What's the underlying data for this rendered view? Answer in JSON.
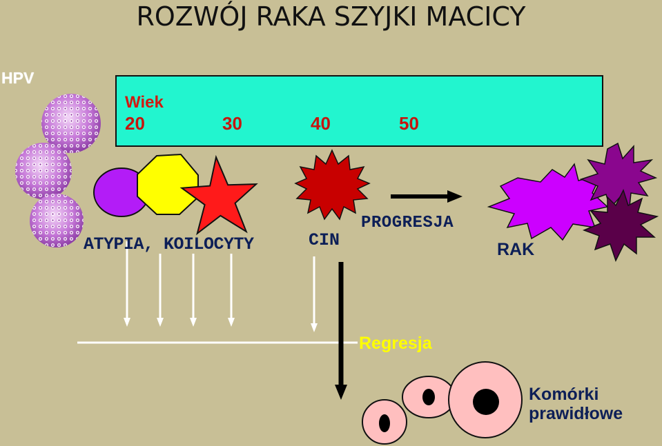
{
  "title": "ROZWÓJ RAKA SZYJKI MACICY",
  "hpv_label": "HPV",
  "age_axis": {
    "label": "Wiek",
    "ticks": [
      "20",
      "30",
      "40",
      "50"
    ]
  },
  "stages": {
    "atypia": "ATYPIA, KOILOCYTY",
    "cin": "CIN",
    "progression": "PROGRESJA",
    "cancer": "RAK",
    "regression": "Regresja",
    "normal_cells": [
      "Komórki",
      "prawidłowe"
    ]
  },
  "colors": {
    "background": "#c8bf96",
    "age_box": "#22f5cf",
    "age_text": "#c41610",
    "stage_text": "#0d1f57",
    "regression_text": "#ffff00",
    "violet_circle": "#b31cf7",
    "yellow_octagon": "#ffff00",
    "red_star": "#ff1a1a",
    "dark_red_burst": "#c80000",
    "magenta_burst": "#cc00ff",
    "purple_burst": "#8a068e",
    "dark_purple_burst": "#5a0049",
    "normal_cell": "#ffbfbf",
    "virus": "#c679d8"
  }
}
